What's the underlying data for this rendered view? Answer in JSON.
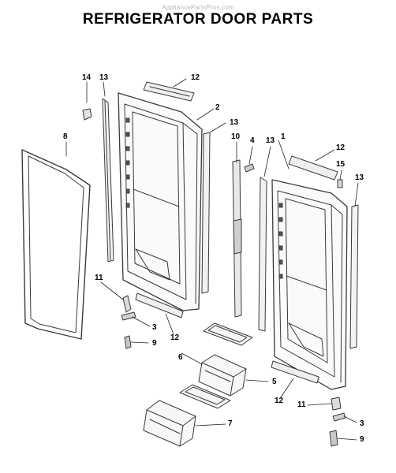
{
  "watermark": "AppliancePartsPros.com",
  "title": "REFRIGERATOR DOOR PARTS",
  "callouts": [
    "14",
    "13",
    "12",
    "2",
    "13",
    "8",
    "10",
    "4",
    "13",
    "1",
    "12",
    "15",
    "13",
    "11",
    "3",
    "9",
    "12",
    "6",
    "5",
    "12",
    "11",
    "7",
    "3",
    "9"
  ]
}
